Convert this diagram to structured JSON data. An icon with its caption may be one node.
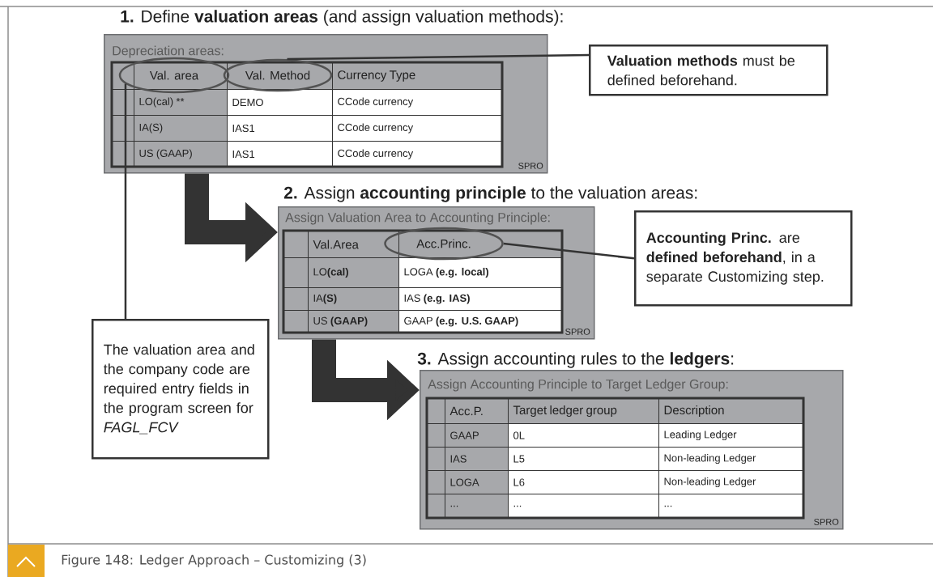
{
  "diagram": {
    "caption": "Figure 148: Ledger Approach – Customizing (3)",
    "nodes": [
      {
        "text": [
          "**1.** Define **valuation areas** (and assign valuation methods):",
          "Depreciation areas:",
          "SPRO"
        ]
      },
      {
        "text": [
          "Val. area"
        ],
        "in": 0
      },
      {
        "text": [
          "Val. Method"
        ],
        "in": 0
      },
      {
        "text": [
          "**Valuation methods** must be defined beforehand."
        ]
      },
      {
        "text": [
          "**2.** Assign **accounting principle** to the valuation areas:",
          "Assign Valuation Area to Accounting Principle:",
          "SPRO"
        ]
      },
      {
        "text": [
          "Acc.Princ."
        ],
        "in": 4
      },
      {
        "text": [
          "**Accounting Princ.** are **defined beforehand**, in a separate Customizing step."
        ]
      },
      {
        "text": [
          "The valuation area and the company code are required entry fields in the program screen for *FAGL_FCV*"
        ]
      },
      {
        "text": [
          "**3.** Assign accounting rules to the **ledgers**:",
          "Assign Accounting Principle to Target Ledger Group:",
          "SPRO"
        ]
      }
    ],
    "edges": [
      {
        "from": 3,
        "to": 2,
        "arrow": "none"
      },
      {
        "from": 7,
        "to": 1,
        "arrow": "none"
      },
      {
        "from": 6,
        "to": 5,
        "arrow": "none"
      },
      {
        "from": 0,
        "to": 4,
        "arrow": "to",
        "style": "thick"
      },
      {
        "from": 4,
        "to": 8,
        "arrow": "to",
        "style": "thick"
      }
    ],
    "labels": [
      "Currency Type",
      "LO(cal) **",
      "DEMO",
      "CCode currency",
      "IA(S)",
      "IAS1",
      "CCode currency",
      "US (GAAP)",
      "IAS1",
      "CCode currency",
      "Val.Area",
      "LO**(cal)**",
      "LOGA **(e.g. local)**",
      "IA**(S)**",
      "IAS **(e.g. IAS)**",
      "US **(GAAP)**",
      "GAAP **(e.g. U.S. GAAP)**",
      "Acc.P.",
      "Target ledger group",
      "Description",
      "GAAP",
      "0L",
      "Leading Ledger",
      "IAS",
      "L5",
      "Non-leading Ledger",
      "LOGA",
      "L6",
      "Non-leading Ledger",
      "...",
      "...",
      "..."
    ]
  }
}
